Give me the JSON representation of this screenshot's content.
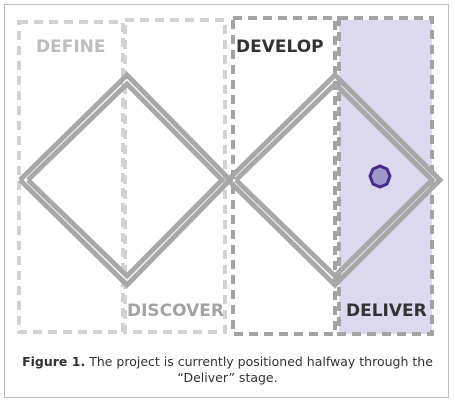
{
  "stages": [
    {
      "label": "DEFINE",
      "color": "#bdbdbd"
    },
    {
      "label": "DISCOVER",
      "color": "#a3a3a3"
    },
    {
      "label": "DEVELOP",
      "color": "#333333"
    },
    {
      "label": "DELIVER",
      "color": "#333333"
    }
  ],
  "colors": {
    "dash_light": "#d2d2d2",
    "dash_mid": "#bdbdbd",
    "dash_dark": "#9e9e9e",
    "diamond": "#a8a8a8",
    "deliver_fill": "#dcd9ee",
    "marker_stroke": "#4a2a8a",
    "marker_fill": "#9c97c9"
  },
  "marker": {
    "icon": "octagon-icon"
  },
  "caption": {
    "label": "Figure 1.",
    "text": "The project is currently positioned halfway through the “Deliver” stage."
  }
}
